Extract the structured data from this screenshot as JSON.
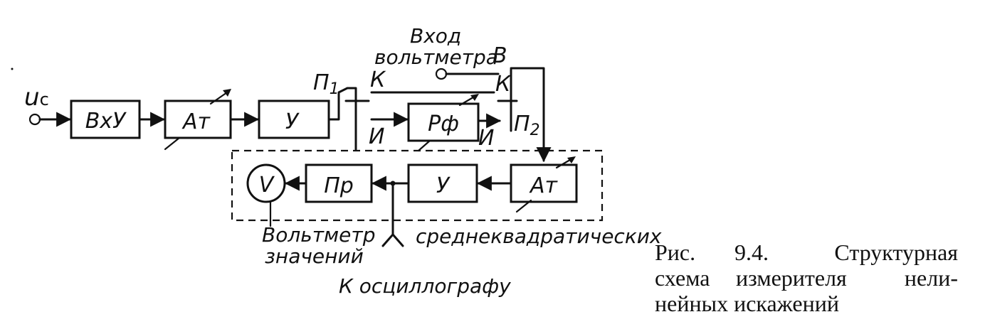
{
  "input": {
    "label": "u",
    "subscript": "c"
  },
  "blocks": {
    "input_device": "ВхУ",
    "attenuator_1": "Ат",
    "amplifier_1": "У",
    "rejection_filter": "Рф",
    "attenuator_2": "Ат",
    "amplifier_2": "У",
    "detector": "Пр",
    "voltmeter": "V"
  },
  "switches": {
    "p1": {
      "letter": "П",
      "index": "1"
    },
    "p2": {
      "letter": "П",
      "index": "2"
    },
    "k_left": "К",
    "k_right": "К",
    "i_left": "И",
    "i_right": "И"
  },
  "voltmeter_input": {
    "line1": "Вход",
    "line2": "вольтметра",
    "terminal": "В"
  },
  "rms_voltmeter": {
    "line1": "Вольтметр",
    "line2": "значений",
    "right": "среднеквадратических"
  },
  "oscillograph": "К осциллографу",
  "caption": {
    "line1_a": "Рис.",
    "line1_b": "9.4.",
    "line1_c": "Структурная",
    "line2_a": "схема",
    "line2_b": "измерителя",
    "line2_c": "нели-",
    "line3": "нейных искажений"
  }
}
